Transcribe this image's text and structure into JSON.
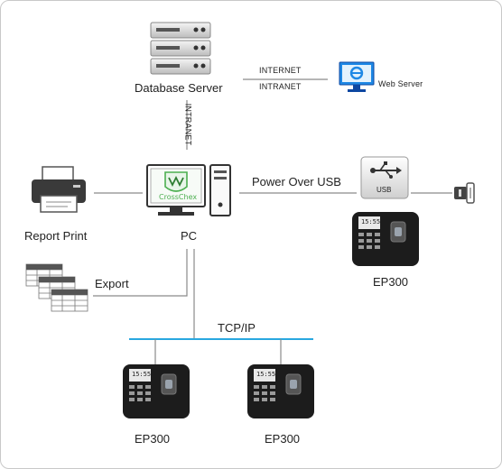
{
  "labels": {
    "database_server": "Database Server",
    "internet": "INTERNET",
    "intranet_horizontal": "INTRANET",
    "intranet_vertical": "INTRANET",
    "web_server": "Web Server",
    "pc": "PC",
    "crosschex": "CrossChex",
    "report_print": "Report Print",
    "export": "Export",
    "power_over_usb": "Power Over USB",
    "usb": "USB",
    "tcp_ip": "TCP/IP",
    "ep300_usb": "EP300",
    "ep300_left": "EP300",
    "ep300_right": "EP300"
  },
  "device_screen": {
    "time": "15:55"
  },
  "colors": {
    "line": "#8a8a8a",
    "bus": "#29a8e0",
    "monitor_green": "#4caf50",
    "ie_blue": "#1e88e5"
  },
  "icons": [
    "server-rack-icon",
    "web-server-monitor-icon",
    "pc-icon",
    "printer-icon",
    "spreadsheet-icon",
    "usb-icon",
    "power-plug-icon",
    "fingerprint-terminal-icon"
  ]
}
